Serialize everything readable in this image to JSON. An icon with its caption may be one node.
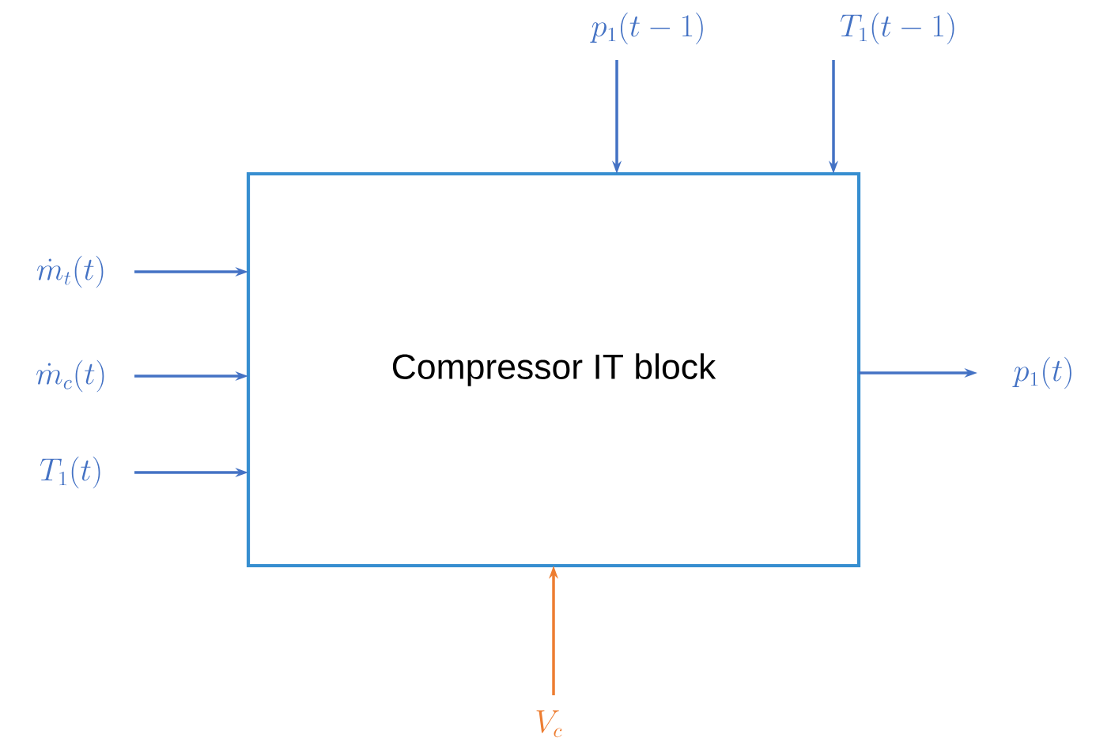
{
  "diagram": {
    "nodes": [
      {
        "text": [
          "Compressor IT block"
        ]
      },
      {
        "text": [
          "p_1(t-1)"
        ]
      },
      {
        "text": [
          "T_1(t-1)"
        ]
      },
      {
        "text": [
          "\\dot{m}_t(t)"
        ]
      },
      {
        "text": [
          "\\dot{m}_c(t)"
        ]
      },
      {
        "text": [
          "T_1(t)"
        ]
      },
      {
        "text": [
          "p_1(t)"
        ]
      },
      {
        "text": [
          "V_c"
        ]
      }
    ],
    "edges": [
      {
        "from": 1,
        "to": 0,
        "arrow": "to"
      },
      {
        "from": 2,
        "to": 0,
        "arrow": "to"
      },
      {
        "from": 3,
        "to": 0,
        "arrow": "to"
      },
      {
        "from": 4,
        "to": 0,
        "arrow": "to"
      },
      {
        "from": 5,
        "to": 0,
        "arrow": "to"
      },
      {
        "from": 0,
        "to": 6,
        "arrow": "to"
      },
      {
        "from": 7,
        "to": 0,
        "arrow": "to",
        "color": "#ed7d31"
      }
    ]
  }
}
